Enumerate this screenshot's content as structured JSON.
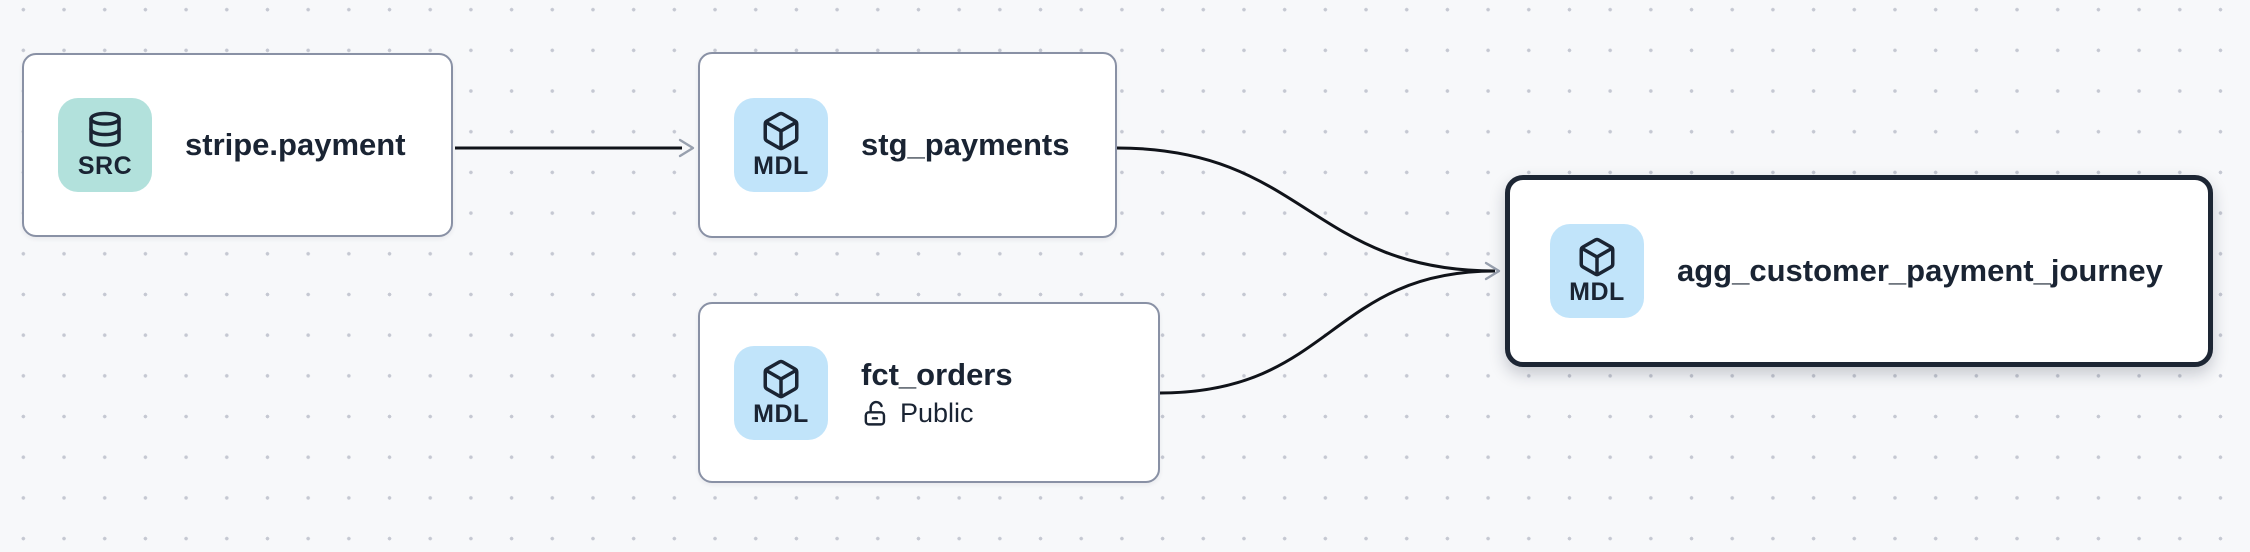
{
  "canvas": {
    "type": "data-lineage-graph",
    "background_color": "#f7f8fa",
    "dot_color": "#c5c8d2",
    "edge_color": "#101319",
    "arrowhead_color": "#98a0ae",
    "node_border_color": "#8991a5",
    "selected_node_border_color": "#1d2634",
    "text_color": "#1a2433"
  },
  "badge_colors": {
    "SRC": "#b2e1dc",
    "MDL": "#c1e4fa"
  },
  "nodes": [
    {
      "id": "stripe.payment",
      "label": "stripe.payment",
      "badge": "SRC",
      "icon": "database",
      "selected": false
    },
    {
      "id": "stg_payments",
      "label": "stg_payments",
      "badge": "MDL",
      "icon": "box",
      "selected": false
    },
    {
      "id": "fct_orders",
      "label": "fct_orders",
      "badge": "MDL",
      "icon": "box",
      "access": "Public",
      "access_icon": "lock-open",
      "selected": false
    },
    {
      "id": "agg_customer_payment_journey",
      "label": "agg_customer_payment_journey",
      "badge": "MDL",
      "icon": "box",
      "selected": true
    }
  ],
  "edges": [
    {
      "source": "stripe.payment",
      "target": "stg_payments"
    },
    {
      "source": "stg_payments",
      "target": "agg_customer_payment_journey"
    },
    {
      "source": "fct_orders",
      "target": "agg_customer_payment_journey"
    }
  ]
}
